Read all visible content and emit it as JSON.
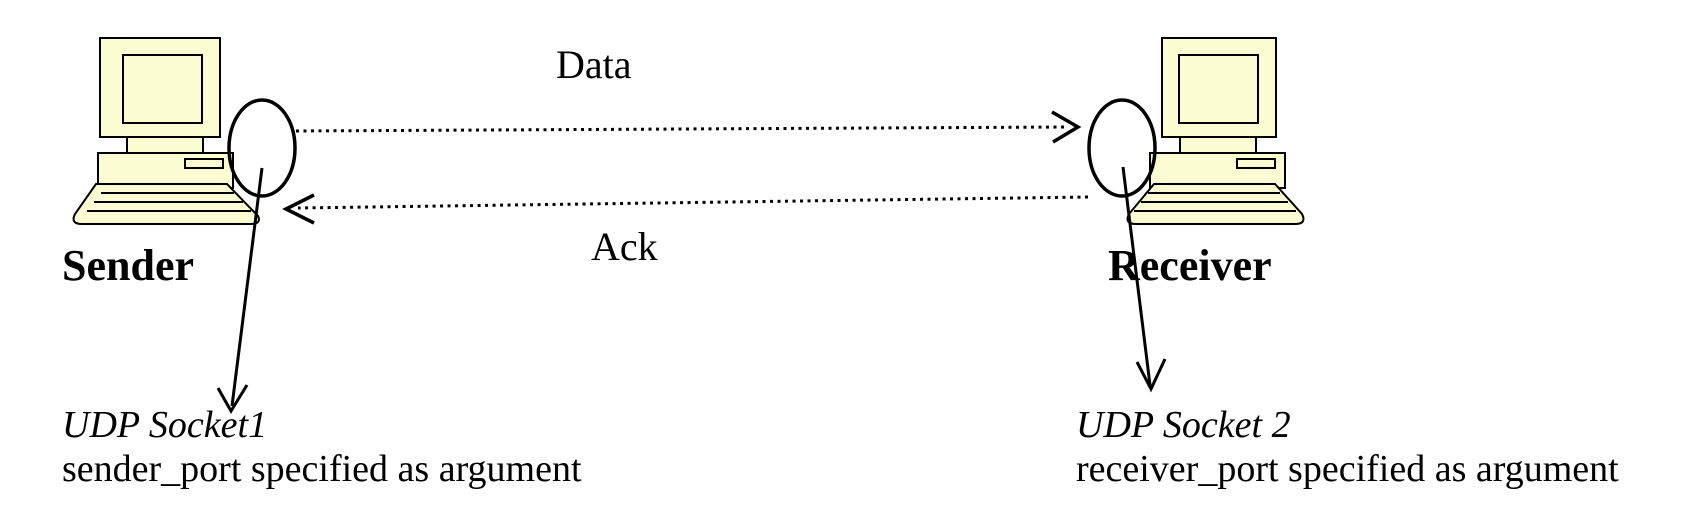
{
  "diagram": {
    "sender": {
      "label": "Sender",
      "icon": "desktop-computer",
      "socket_name": "UDP Socket1",
      "socket_note": "sender_port specified as argument"
    },
    "receiver": {
      "label": "Receiver",
      "icon": "desktop-computer",
      "socket_name": "UDP Socket 2",
      "socket_note": "receiver_port specified as argument"
    },
    "flows": {
      "data_label": "Data",
      "ack_label": "Ack"
    }
  },
  "colors": {
    "computer_fill": "#FCFCD2",
    "line": "#000000",
    "text": "#000000",
    "background": "#FFFFFF"
  }
}
